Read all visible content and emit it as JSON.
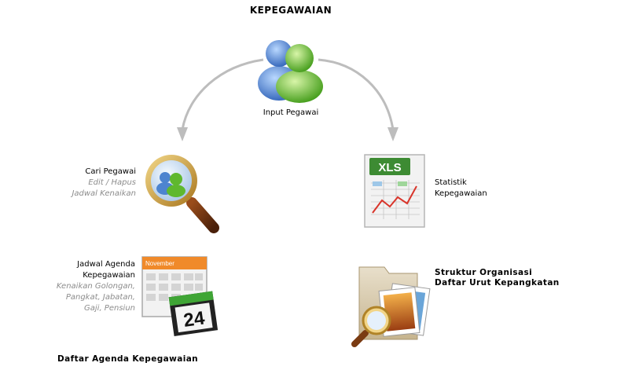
{
  "page": {
    "title": "KEPEGAWAIAN"
  },
  "nodes": {
    "input": {
      "label": "Input Pegawai",
      "icon": "users-icon"
    },
    "cari": {
      "label": "Cari Pegawai",
      "sub1": "Edit / Hapus",
      "sub2": "Jadwal Kenaikan",
      "icon": "magnifier-users-icon"
    },
    "statistik": {
      "label1": "Statistik",
      "label2": "Kepegawaian",
      "icon": "xls-chart-icon",
      "icon_text": "XLS"
    },
    "jadwal": {
      "label1": "Jadwal Agenda",
      "label2": "Kepegawaian",
      "sub1": "Kenaikan Golongan,",
      "sub2": "Pangkat, Jabatan,",
      "sub3": "Gaji, Pensiun",
      "icon": "calendar-icon",
      "calendar_month": "November",
      "calendar_day": "24"
    },
    "struktur": {
      "label1": "Struktur Organisasi",
      "label2": "Daftar Urut Kepangkatan",
      "icon": "folder-photos-magnifier-icon"
    }
  },
  "footer": {
    "agenda_link": "Daftar Agenda Kepegawaian"
  },
  "colors": {
    "arrow": "#bdbdbd",
    "green": "#5fb82e",
    "gold": "#c89a3a",
    "sub_text": "#8c8c8c"
  }
}
